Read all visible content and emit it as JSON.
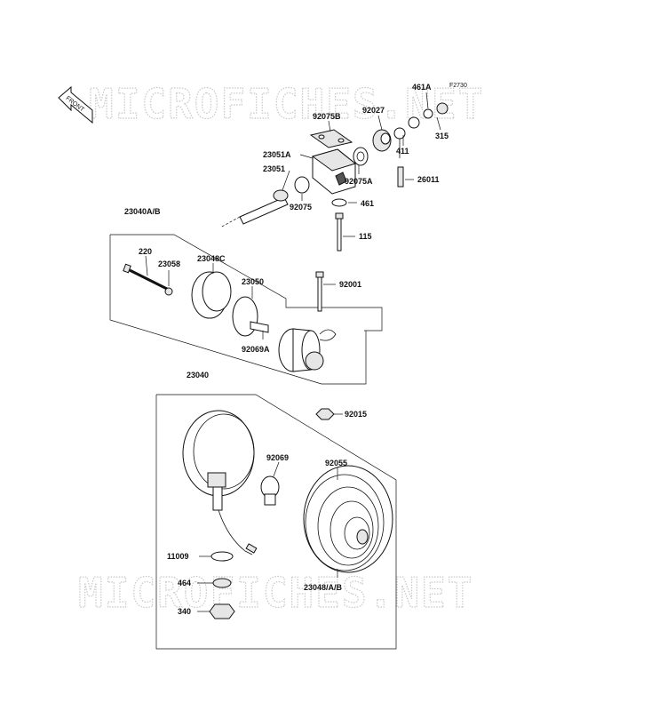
{
  "watermark": {
    "top": "MICROFICHES.NET",
    "bottom": "MICROFICHES.NET"
  },
  "figure_code": "F2730",
  "front_badge": "FRONT",
  "parts": {
    "p461A": "461A",
    "p92027": "92027",
    "p315": "315",
    "p92075B": "92075B",
    "p411": "411",
    "p23051A": "23051A",
    "p23051": "23051",
    "p92075A": "92075A",
    "p26011": "26011",
    "p92075": "92075",
    "p461": "461",
    "p23040AB": "23040A/B",
    "p115": "115",
    "p220": "220",
    "p23058": "23058",
    "p23048C": "23048C",
    "p23050": "23050",
    "p92001": "92001",
    "p92069A": "92069A",
    "p23040": "23040",
    "p92015": "92015",
    "p92069": "92069",
    "p92055": "92055",
    "p11009": "11009",
    "p464": "464",
    "p23048AB": "23048/A/B",
    "p340": "340"
  }
}
